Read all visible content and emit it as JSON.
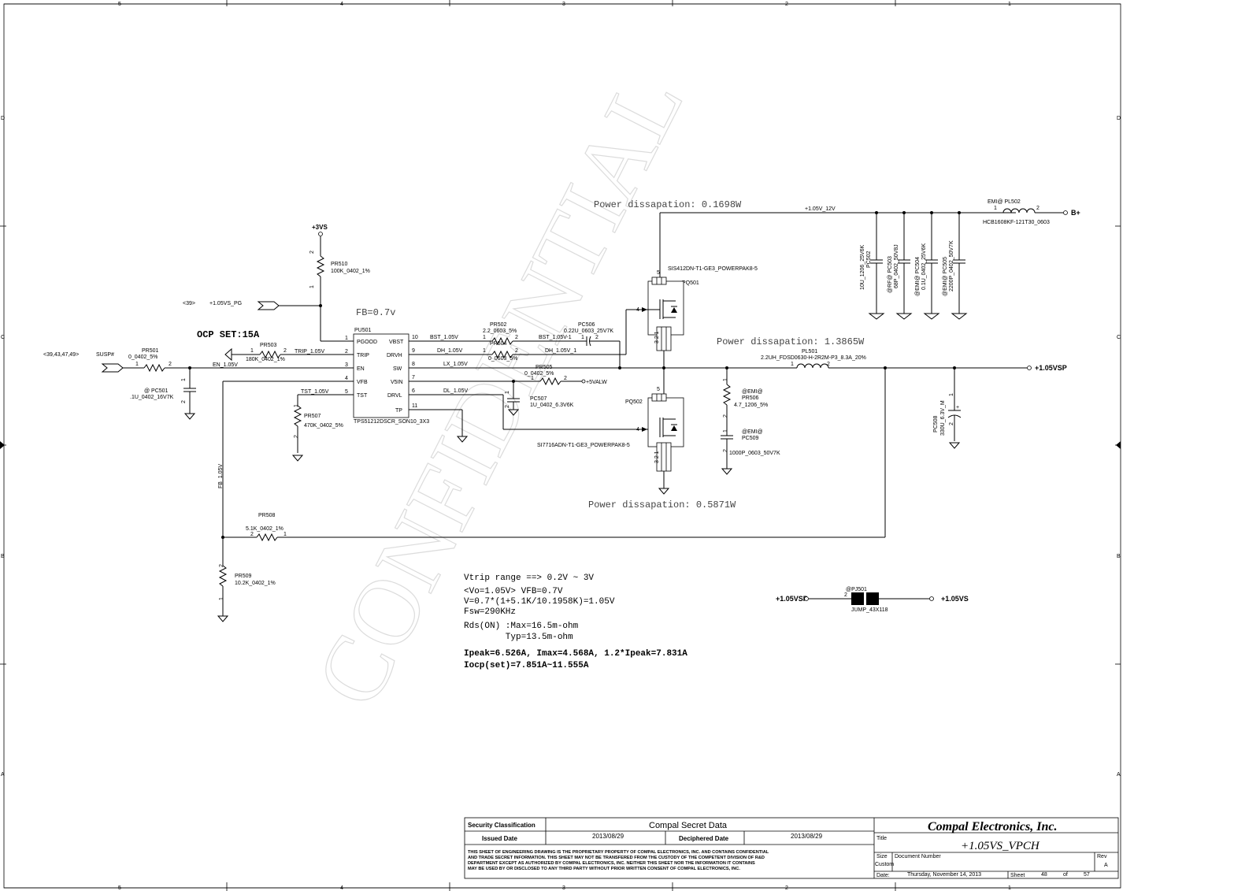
{
  "border": {
    "col_labels": [
      "5",
      "4",
      "3",
      "2",
      "1"
    ],
    "row_labels": [
      "D",
      "C",
      "B",
      "A"
    ]
  },
  "watermark": "CONFIDENTIAL",
  "power": {
    "vs3": "+3VS",
    "b_plus": "B+",
    "vsp": "+1.05VSP",
    "vs": "+1.05VS",
    "vsp_jumper": "+1.05VSP",
    "v12_net": "+1.05V_12V",
    "five_valw": "+5VALW"
  },
  "notes": {
    "pd1": "Power dissapation: 0.1698W",
    "pd2": "Power dissapation: 1.3865W",
    "pd3": "Power dissapation: 0.5871W",
    "fb": "FB=0.7v",
    "ocp": "OCP SET:15A",
    "design": [
      "Vtrip range ==> 0.2V ~ 3V",
      "<Vo=1.05V>  VFB=0.7V",
      "V=0.7*(1+5.1K/10.1958K)=1.05V",
      "Fsw=290KHz",
      "Rds(ON) :Max=16.5m-ohm",
      "        Typ=13.5m-ohm",
      "Ipeak=6.526A, Imax=4.568A, 1.2*Ipeak=7.831A",
      "Iocp(set)=7.851A~11.555A"
    ]
  },
  "ic": {
    "ref": "PU501",
    "part": "TPS51212DSCR_SON10_3X3",
    "left_pins": [
      {
        "num": "1",
        "name": "PGOOD"
      },
      {
        "num": "2",
        "name": "TRIP"
      },
      {
        "num": "3",
        "name": "EN"
      },
      {
        "num": "4",
        "name": "VFB"
      },
      {
        "num": "5",
        "name": "TST"
      }
    ],
    "right_pins": [
      {
        "num": "10",
        "name": "VBST"
      },
      {
        "num": "9",
        "name": "DRVH"
      },
      {
        "num": "8",
        "name": "SW"
      },
      {
        "num": "7",
        "name": "V5IN"
      },
      {
        "num": "6",
        "name": "DRVL"
      },
      {
        "num": "11",
        "name": "TP"
      }
    ]
  },
  "nets": {
    "pg_ref": "<39>",
    "pg": "+1.05VS_PG",
    "susp_ref": "<39,43,47,49>",
    "susp": "SUSP#",
    "en": "EN_1.05V",
    "trip": "TRIP_1.05V",
    "tst": "TST_1.05V",
    "bst": "BST_1.05V",
    "bst1": "BST_1.05V-1",
    "dh": "DH_1.05V",
    "dh1": "DH_1.05V_1",
    "lx": "LX_1.05V",
    "dl": "DL_1.05V",
    "fb": "FB_1.05V"
  },
  "components": {
    "pr510": {
      "ref": "PR510",
      "val": "100K_0402_1%"
    },
    "pr501": {
      "ref": "PR501",
      "val": "0_0402_5%"
    },
    "pr503": {
      "ref": "PR503",
      "val": "180K_0402_1%"
    },
    "pc501": {
      "ref": "@ PC501",
      "val": ".1U_0402_16V7K"
    },
    "pr507": {
      "ref": "PR507",
      "val": "470K_0402_5%"
    },
    "pr502": {
      "ref": "PR502",
      "val": "2.2_0603_5%"
    },
    "pr504": {
      "ref": "PR504",
      "val": "0_0603_5%"
    },
    "pc506": {
      "ref": "PC506",
      "val": "0.22U_0603_25V7K"
    },
    "pr505": {
      "ref": "PR505",
      "val": "0_0402_5%"
    },
    "pc507": {
      "ref": "PC507",
      "val": "1U_0402_6.3V6K"
    },
    "pq501": {
      "ref": "PQ501",
      "val": "SIS412DN-T1-GE3_POWERPAK8-5"
    },
    "pq502": {
      "ref": "PQ502",
      "val": "SI7716ADN-T1-GE3_POWERPAK8-5"
    },
    "pl501": {
      "ref": "PL501",
      "val": "2.2UH_FDSD0630-H-2R2M-P3_8.3A_20%"
    },
    "pl502": {
      "ref": "EMI@ PL502",
      "val": "HCB1608KF-121T30_0603"
    },
    "pc502": {
      "ref": "PC502",
      "val": "10U_1206_25V6K"
    },
    "pc503": {
      "ref": "@RF@ PC503",
      "val": "68P_0402_50V8J"
    },
    "pc504": {
      "ref": "@EMI@ PC504",
      "val": "0.1U_0402_25V6K"
    },
    "pc505": {
      "ref": "@EMI@ PC505",
      "val": "2200P_0402_50V7K"
    },
    "pr506": {
      "ref": "@EMI@",
      "ref2": "PR506",
      "val": "4.7_1206_5%"
    },
    "pc509": {
      "ref": "@EMI@",
      "ref2": "PC509",
      "val": "1000P_0603_50V7K"
    },
    "pc508": {
      "ref": "PC508",
      "val": "330U_6.3V_M"
    },
    "pr508": {
      "ref": "PR508",
      "val": "5.1K_0402_1%"
    },
    "pr509": {
      "ref": "PR509",
      "val": "10.2K_0402_1%"
    },
    "pj501": {
      "ref": "@PJ501",
      "val": "JUMP_43X118"
    }
  },
  "title_block": {
    "security_label": "Security Classification",
    "security_value": "Compal Secret Data",
    "issued_label": "Issued Date",
    "issued_date": "2013/08/29",
    "deciphered_label": "Deciphered Date",
    "deciphered_date": "2013/08/29",
    "company": "Compal Electronics, Inc.",
    "title_label": "Title",
    "title": "+1.05VS_VPCH",
    "size_label": "Size",
    "size_value": "Custom",
    "docnum_label": "Document Number",
    "rev_label": "Rev",
    "rev": "A",
    "date_label": "Date:",
    "date": "Thursday, November 14, 2013",
    "sheet_label": "Sheet",
    "sheet": "48",
    "of_label": "of",
    "of": "57",
    "disclaimer": [
      "THIS SHEET OF ENGINEERING DRAWING IS THE PROPRIETARY PROPERTY OF COMPAL ELECTRONICS, INC. AND CONTAINS CONFIDENTIAL",
      "AND TRADE SECRET INFORMATION. THIS SHEET MAY NOT BE TRANSFERED FROM THE CUSTODY OF THE COMPETENT DIVISION OF R&D",
      "DEPARTMENT EXCEPT AS AUTHORIZED BY COMPAL ELECTRONICS, INC. NEITHER THIS SHEET NOR THE INFORMATION IT CONTAINS",
      "MAY BE USED BY OR DISCLOSED TO ANY THIRD PARTY WITHOUT PRIOR WRITTEN CONSENT OF COMPAL ELECTRONICS, INC."
    ]
  }
}
